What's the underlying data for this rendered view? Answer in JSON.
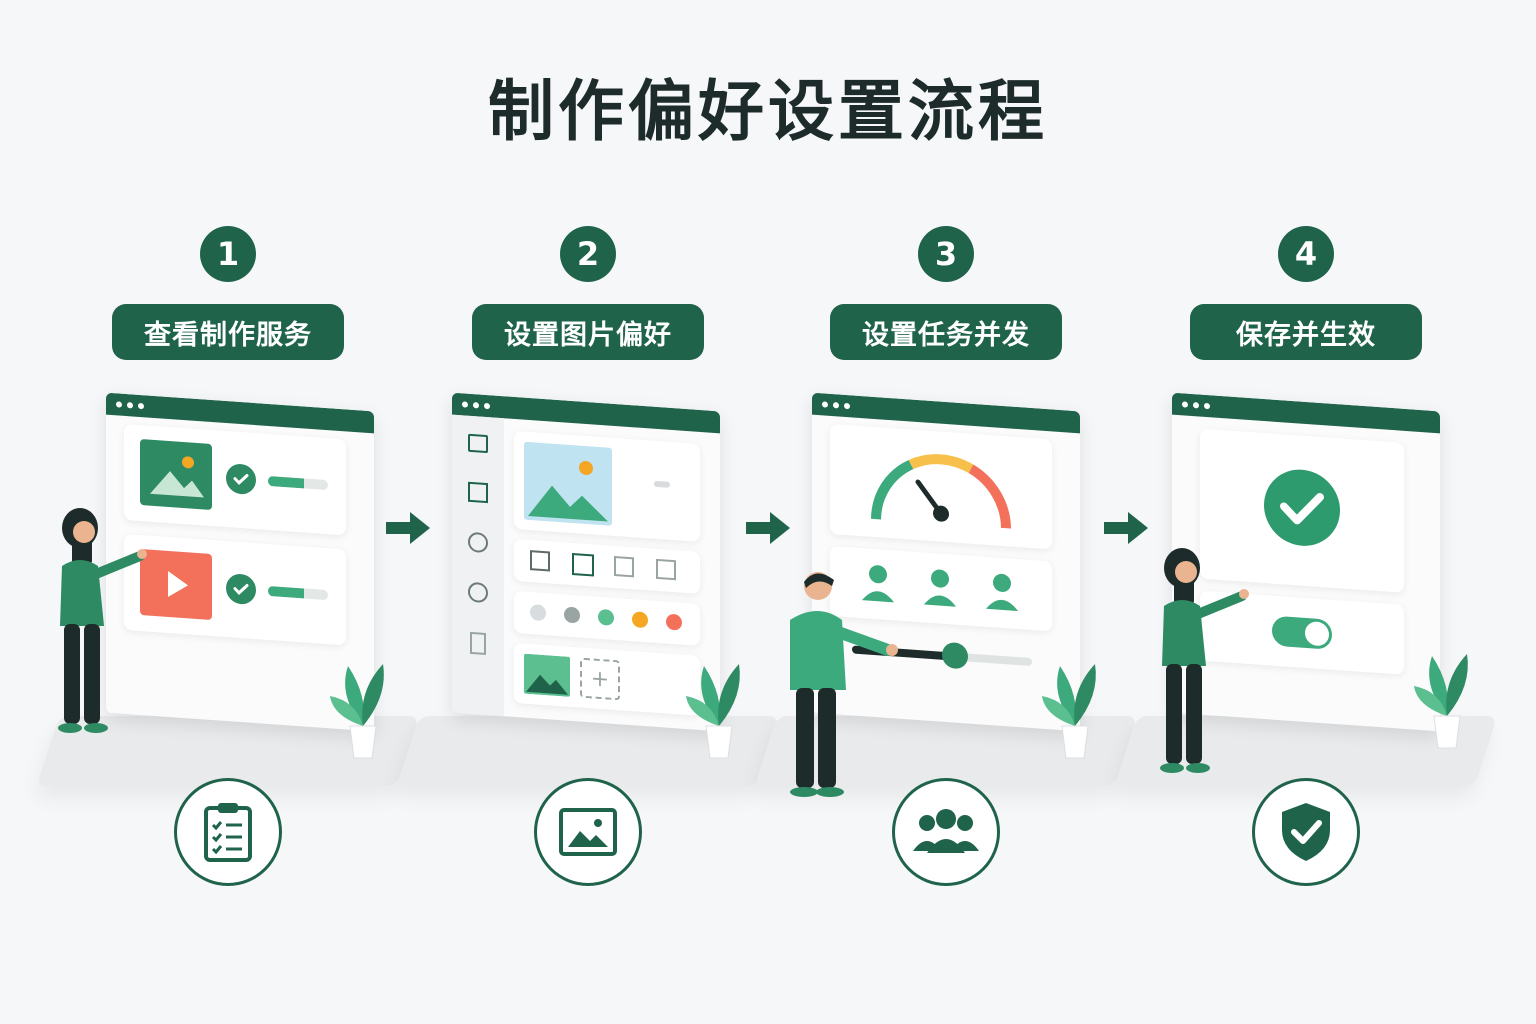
{
  "title": "制作偏好设置流程",
  "steps": [
    {
      "number": "1",
      "label": "查看制作服务",
      "icon": "clipboard-checklist-icon"
    },
    {
      "number": "2",
      "label": "设置图片偏好",
      "icon": "image-icon"
    },
    {
      "number": "3",
      "label": "设置任务并发",
      "icon": "users-group-icon"
    },
    {
      "number": "4",
      "label": "保存并生效",
      "icon": "shield-check-icon"
    }
  ],
  "colors": {
    "primary": "#1f634b",
    "accent_green": "#3daa7d",
    "red": "#f3705a",
    "orange": "#f5a623",
    "background": "#f6f7f9"
  }
}
